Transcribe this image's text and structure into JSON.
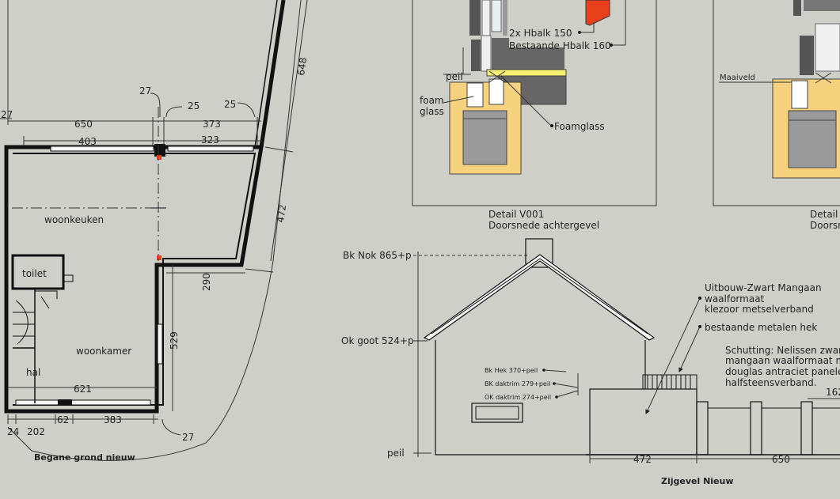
{
  "plan": {
    "title": "Begane grond nieuw",
    "rooms": {
      "kitchen": "woonkeuken",
      "toilet": "toilet",
      "living": "woonkamer",
      "hall": "hal"
    },
    "dims": {
      "d27a": "27",
      "d27b": "27",
      "d25a": "25",
      "d25b": "25",
      "d650": "650",
      "d373": "373",
      "d403": "403",
      "d323": "323",
      "d648": "648",
      "d472": "472",
      "d290": "290",
      "d529": "529",
      "d621": "621",
      "d62": "62",
      "d383": "383",
      "d24": "24",
      "d202": "202",
      "d27c": "27"
    }
  },
  "detail1": {
    "labels": {
      "hbalk": "2x Hbalk  150",
      "bestaande": "Bestaande Hbalk 160",
      "peil": "peil",
      "foam1": "foam",
      "foam2": "glass",
      "foamglass": "Foamglass"
    },
    "caption1": "Detail V001",
    "caption2": "Doorsnede achtergevel"
  },
  "detail2": {
    "maaiveld": "Maaiveld",
    "caption1": "Detail",
    "caption2": "Doorsn"
  },
  "elevation": {
    "title": "Zijgevel Nieuw",
    "levels": {
      "nok": "Bk Nok 865+p",
      "goot": "Ok goot 524+p",
      "peil": "peil"
    },
    "small": {
      "hek": "Bk Hek 370+peil",
      "daktrim": "BK daktrim 279+peil",
      "okdaktrim": "OK daktrim 274+peil"
    },
    "notes": {
      "uitbouw1": "Uitbouw-Zwart Mangaan",
      "uitbouw2": "waalformaat",
      "uitbouw3": "klezoor metselverband",
      "hek": "bestaande metalen hek",
      "schut1": "Schutting: Nelissen zwar",
      "schut2": "mangaan waalformaat m",
      "schut3": "douglas antraciet panele",
      "schut4": "halfsteensverband."
    },
    "dims": {
      "d472": "472",
      "d650": "650",
      "d162": "162"
    }
  },
  "colors": {
    "background": "#cfcfca",
    "insulation": "#f6d27f",
    "concrete": "#9a9a9a",
    "accent_red": "#e8401c",
    "wall": "#111111"
  }
}
